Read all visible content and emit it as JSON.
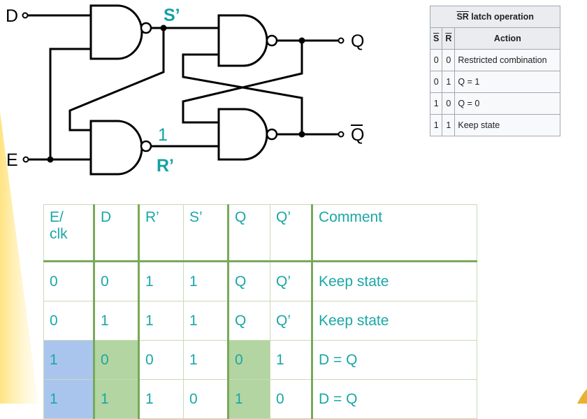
{
  "circuit": {
    "input_d": "D",
    "input_e": "E",
    "node_s": "S’",
    "node_r": "R’",
    "node_r_value": "1",
    "output_q": "Q",
    "output_qbar": "Q"
  },
  "sr_table": {
    "caption_prefix": "SR",
    "caption_suffix": " latch operation",
    "col_s": "S",
    "col_r": "R",
    "col_action": "Action",
    "rows": [
      {
        "s": "0",
        "r": "0",
        "action": "Restricted combination"
      },
      {
        "s": "0",
        "r": "1",
        "action": "Q = 1"
      },
      {
        "s": "1",
        "r": "0",
        "action": "Q = 0"
      },
      {
        "s": "1",
        "r": "1",
        "action": "Keep state"
      }
    ]
  },
  "truth_table": {
    "header_e_line1": "E/",
    "header_e_line2": "clk",
    "headers": [
      "D",
      "R’",
      "S’",
      "Q",
      "Q’",
      "Comment"
    ],
    "rows": [
      [
        "0",
        "0",
        "1",
        "1",
        "Q",
        "Q’",
        "Keep state"
      ],
      [
        "0",
        "1",
        "1",
        "1",
        "Q",
        "Q’",
        "Keep state"
      ],
      [
        "1",
        "0",
        "0",
        "1",
        "0",
        "1",
        "D = Q"
      ],
      [
        "1",
        "1",
        "1",
        "0",
        "1",
        "0",
        "D = Q"
      ]
    ]
  },
  "colors": {
    "accent_teal": "#1aa7a7",
    "highlight_blue": "#a9c5ee",
    "highlight_green": "#b3d5a1",
    "rule_green": "#78a95a",
    "slide_yellow": "#ffe98a"
  }
}
